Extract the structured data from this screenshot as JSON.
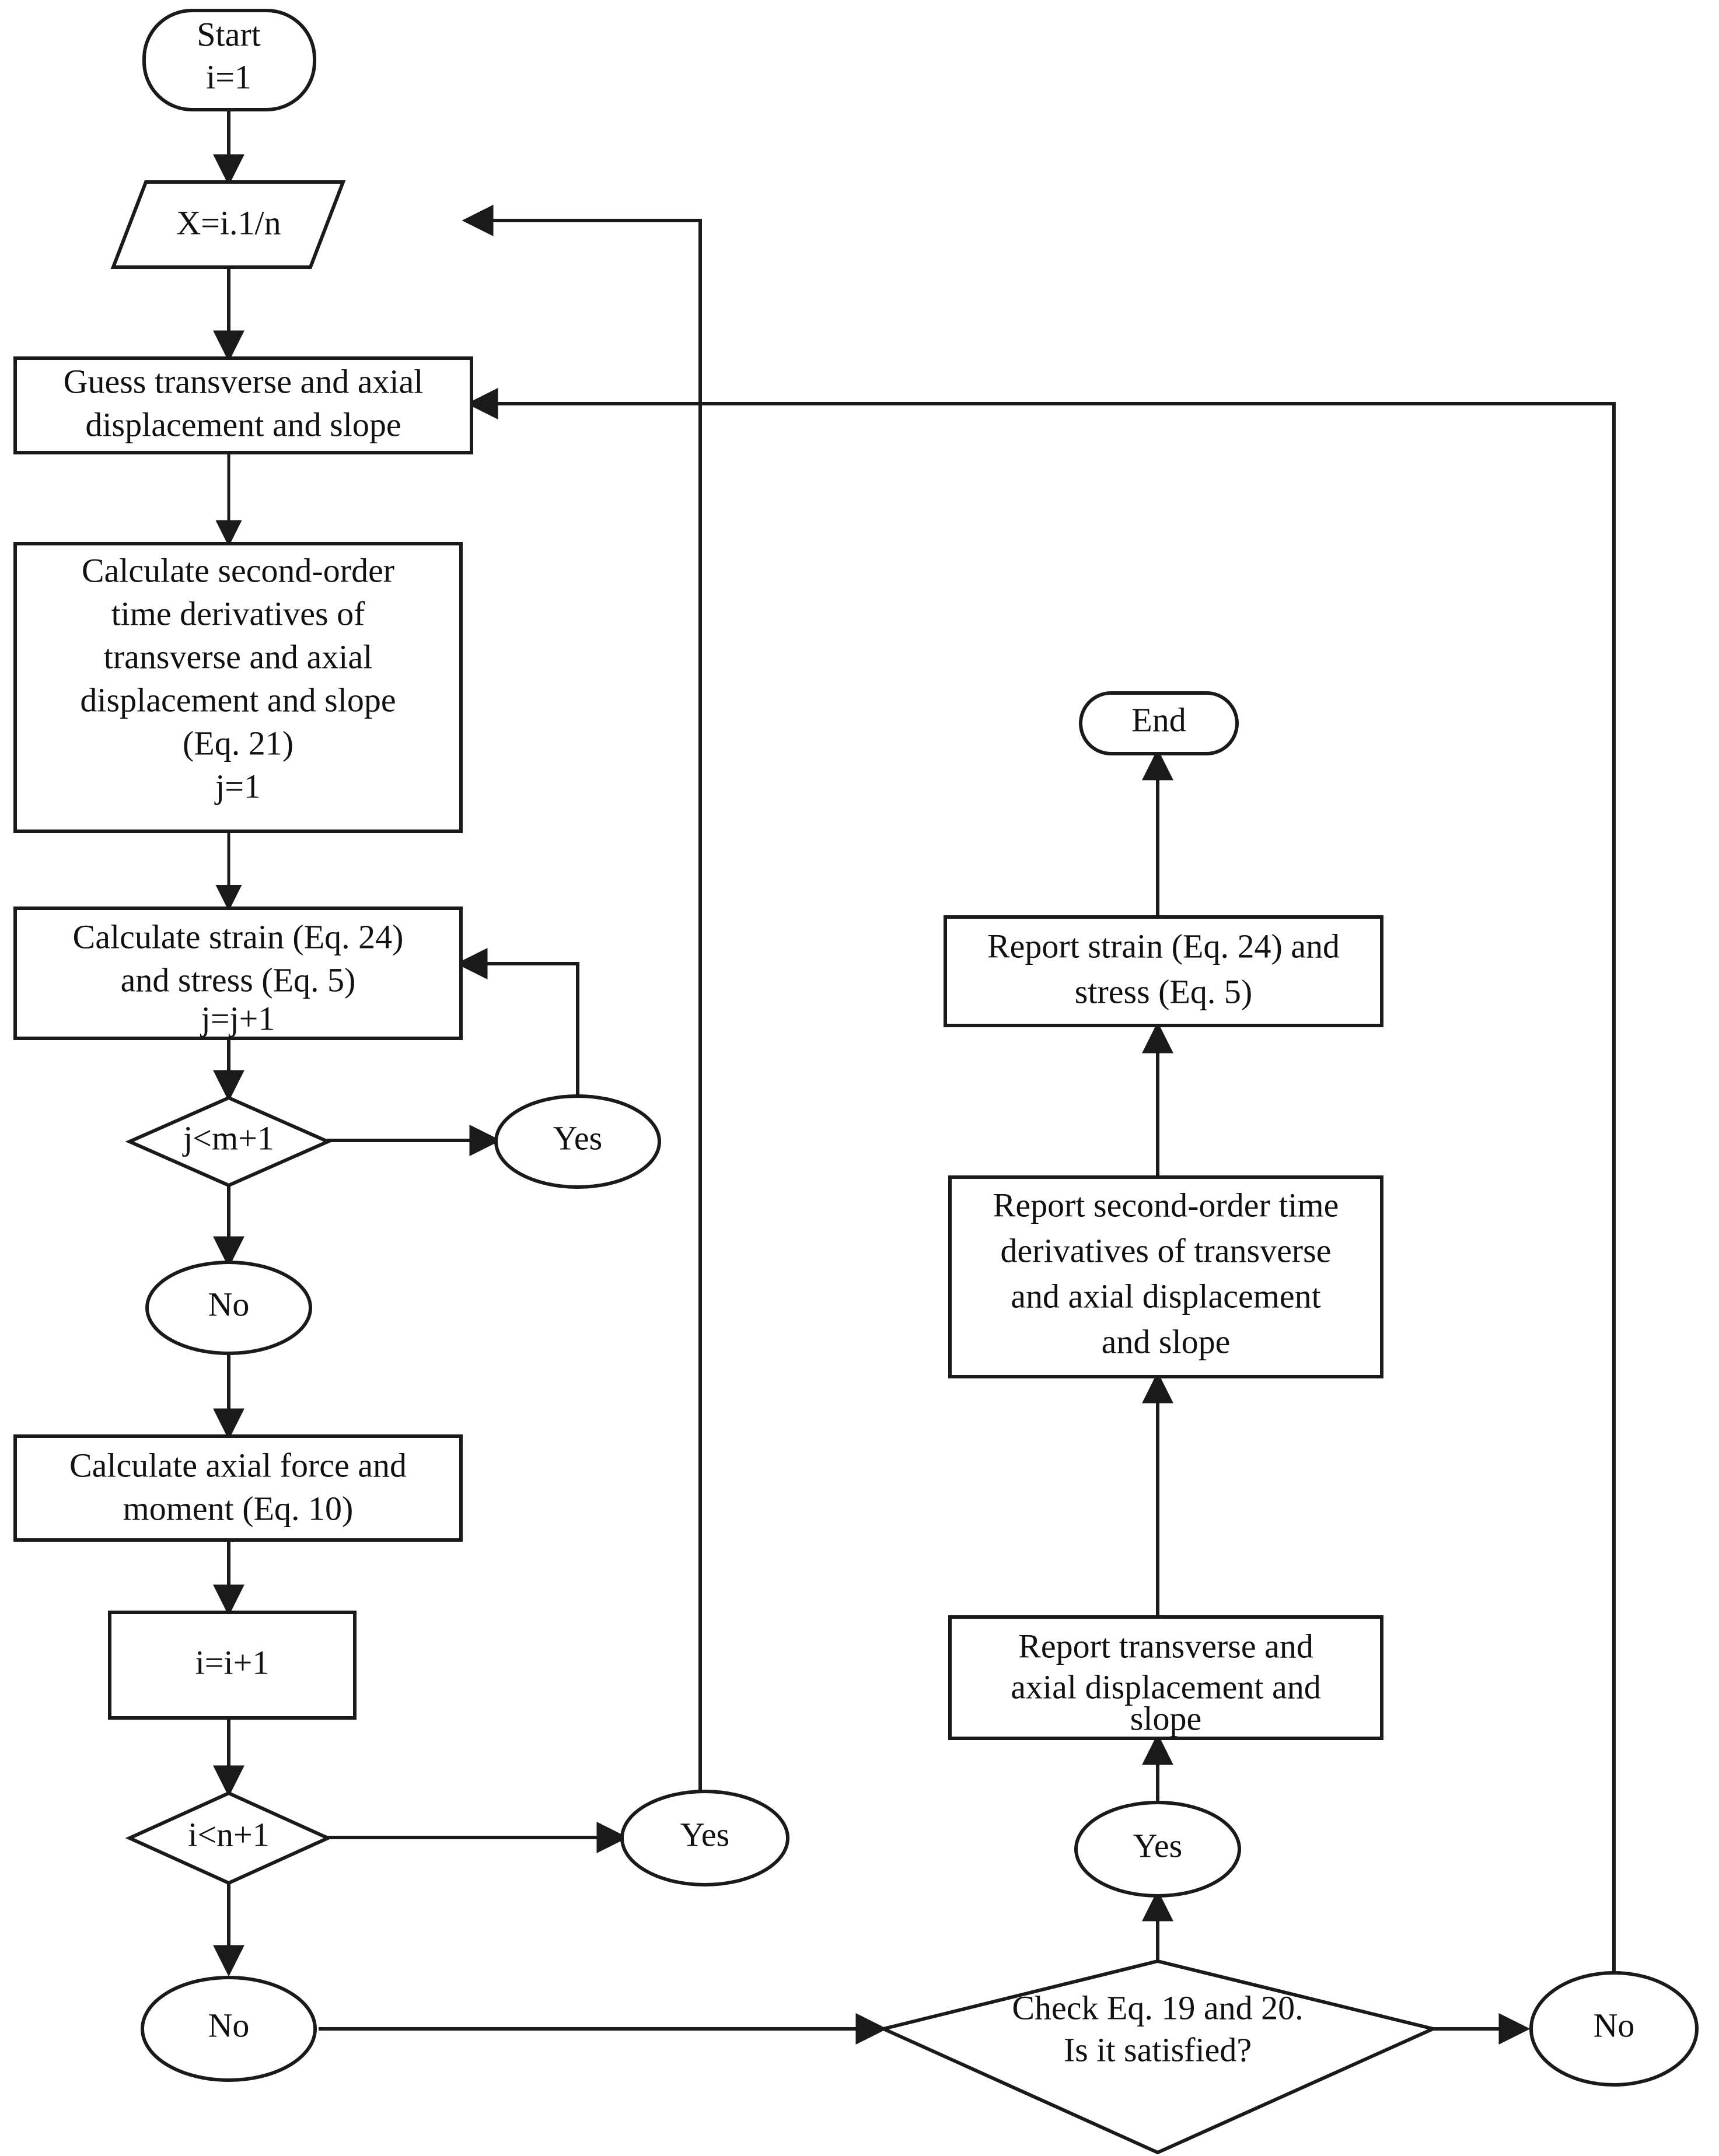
{
  "diagram": {
    "title": "Numerical solution procedure flowchart",
    "colors": {
      "stroke": "#1a1a1a",
      "fill": "#ffffff",
      "text": "#111111",
      "background": "#ffffff"
    },
    "nodes": {
      "start": {
        "type": "terminator",
        "lines": [
          "Start",
          "i=1"
        ]
      },
      "x_input": {
        "type": "input",
        "lines": [
          "X=i.1/n"
        ]
      },
      "guess": {
        "type": "process",
        "lines": [
          "Guess transverse and axial",
          "displacement and slope"
        ]
      },
      "calc_second": {
        "type": "process",
        "lines": [
          "Calculate second-order",
          "time derivatives of",
          "transverse and axial",
          "displacement and slope",
          "(Eq. 21)",
          "j=1"
        ]
      },
      "calc_strain": {
        "type": "process",
        "lines": [
          "Calculate strain (Eq. 24)",
          "and stress (Eq. 5)",
          "j=j+1"
        ]
      },
      "dec_j": {
        "type": "decision",
        "lines": [
          "j<m+1"
        ]
      },
      "yes_j": {
        "type": "connector",
        "lines": [
          "Yes"
        ]
      },
      "no_j": {
        "type": "connector",
        "lines": [
          "No"
        ]
      },
      "calc_axial": {
        "type": "process",
        "lines": [
          "Calculate axial force and",
          "moment (Eq. 10)"
        ]
      },
      "incr_i": {
        "type": "process",
        "lines": [
          "i=i+1"
        ]
      },
      "dec_i": {
        "type": "decision",
        "lines": [
          "i<n+1"
        ]
      },
      "yes_i": {
        "type": "connector",
        "lines": [
          "Yes"
        ]
      },
      "no_i": {
        "type": "connector",
        "lines": [
          "No"
        ]
      },
      "dec_check": {
        "type": "decision",
        "lines": [
          "Check Eq. 19 and 20.",
          "Is it satisfied?"
        ]
      },
      "no_check": {
        "type": "connector",
        "lines": [
          "No"
        ]
      },
      "yes_check": {
        "type": "connector",
        "lines": [
          "Yes"
        ]
      },
      "report_disp": {
        "type": "process",
        "lines": [
          "Report transverse and",
          "axial displacement and",
          "slope"
        ]
      },
      "report_second": {
        "type": "process",
        "lines": [
          "Report second-order time",
          "derivatives of transverse",
          "and axial displacement",
          "and slope"
        ]
      },
      "report_strain": {
        "type": "process",
        "lines": [
          "Report strain (Eq. 24) and",
          "stress (Eq. 5)"
        ]
      },
      "end": {
        "type": "terminator",
        "lines": [
          "End"
        ]
      }
    },
    "edges": [
      {
        "from": "start",
        "to": "x_input",
        "label": ""
      },
      {
        "from": "x_input",
        "to": "guess",
        "label": ""
      },
      {
        "from": "guess",
        "to": "calc_second",
        "label": ""
      },
      {
        "from": "calc_second",
        "to": "calc_strain",
        "label": ""
      },
      {
        "from": "calc_strain",
        "to": "dec_j",
        "label": ""
      },
      {
        "from": "dec_j",
        "to": "yes_j",
        "label": "Yes"
      },
      {
        "from": "yes_j",
        "to": "calc_strain",
        "label": ""
      },
      {
        "from": "dec_j",
        "to": "no_j",
        "label": "No"
      },
      {
        "from": "no_j",
        "to": "calc_axial",
        "label": ""
      },
      {
        "from": "calc_axial",
        "to": "incr_i",
        "label": ""
      },
      {
        "from": "incr_i",
        "to": "dec_i",
        "label": ""
      },
      {
        "from": "dec_i",
        "to": "yes_i",
        "label": "Yes"
      },
      {
        "from": "yes_i",
        "to": "x_input",
        "label": ""
      },
      {
        "from": "dec_i",
        "to": "no_i",
        "label": "No"
      },
      {
        "from": "no_i",
        "to": "dec_check",
        "label": ""
      },
      {
        "from": "dec_check",
        "to": "no_check",
        "label": "No"
      },
      {
        "from": "no_check",
        "to": "guess",
        "label": ""
      },
      {
        "from": "dec_check",
        "to": "yes_check",
        "label": "Yes"
      },
      {
        "from": "yes_check",
        "to": "report_disp",
        "label": ""
      },
      {
        "from": "report_disp",
        "to": "report_second",
        "label": ""
      },
      {
        "from": "report_second",
        "to": "report_strain",
        "label": ""
      },
      {
        "from": "report_strain",
        "to": "end",
        "label": ""
      }
    ]
  }
}
